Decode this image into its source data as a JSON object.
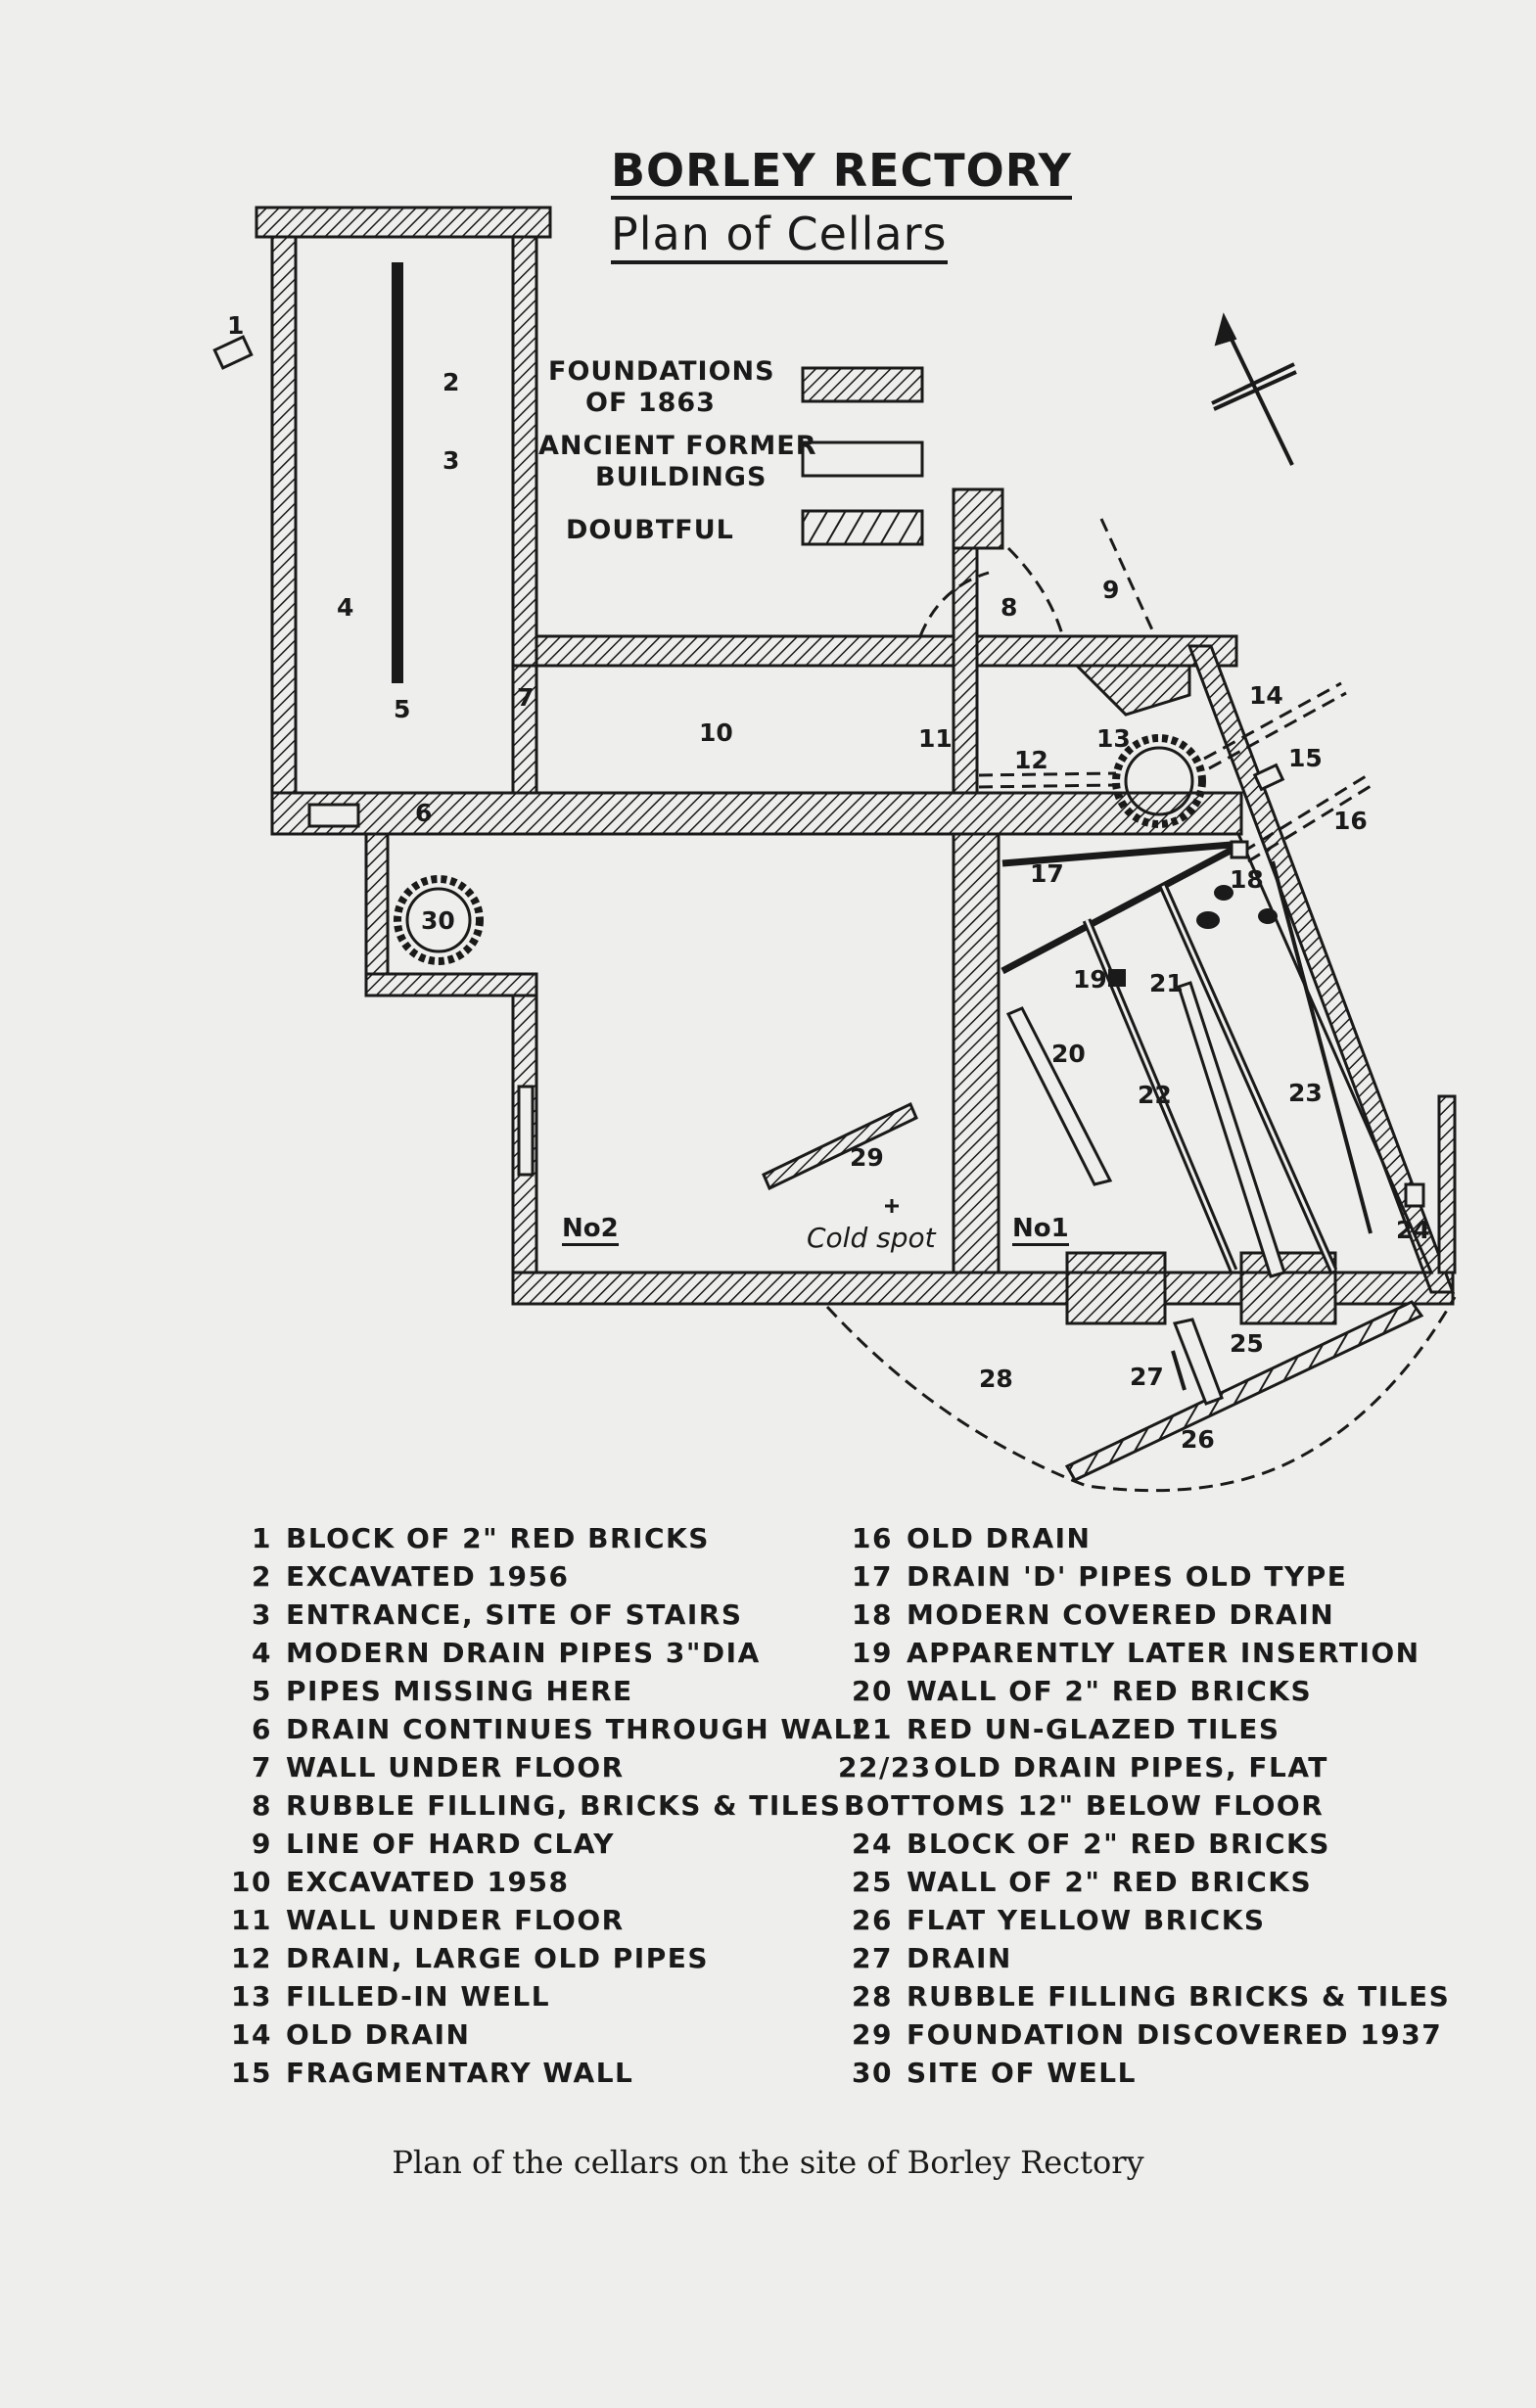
{
  "title": "BORLEY RECTORY",
  "subtitle": "Plan of Cellars",
  "legend": [
    {
      "label": "FOUNDATIONS OF 1863",
      "line1": "FOUNDATIONS",
      "line2": "OF 1863"
    },
    {
      "label": "ANCIENT FORMER BUILDINGS",
      "line1": "ANCIENT FORMER",
      "line2": "BUILDINGS"
    },
    {
      "label": "DOUBTFUL",
      "line1": "DOUBTFUL",
      "line2": ""
    }
  ],
  "plan_labels": {
    "n1": "1",
    "n2": "2",
    "n3": "3",
    "n4": "4",
    "n5": "5",
    "n6": "6",
    "n7": "7",
    "n8": "8",
    "n9": "9",
    "n10": "10",
    "n11": "11",
    "n12": "12",
    "n13": "13",
    "n14": "14",
    "n15": "15",
    "n16": "16",
    "n17": "17",
    "n18": "18",
    "n19": "19",
    "n20": "20",
    "n21": "21",
    "n22": "22",
    "n23": "23",
    "n24": "24",
    "n25": "25",
    "n26": "26",
    "n27": "27",
    "n28": "28",
    "n29": "29",
    "n30": "30",
    "room2": "No2",
    "room1": "No1",
    "cold_spot": "Cold spot"
  },
  "key_left": [
    {
      "num": "1",
      "text": "BLOCK OF 2\" RED BRICKS"
    },
    {
      "num": "2",
      "text": "EXCAVATED 1956"
    },
    {
      "num": "3",
      "text": "ENTRANCE, SITE OF STAIRS"
    },
    {
      "num": "4",
      "text": "MODERN DRAIN PIPES 3\"DIA"
    },
    {
      "num": "5",
      "text": "PIPES MISSING HERE"
    },
    {
      "num": "6",
      "text": "DRAIN CONTINUES THROUGH WALL"
    },
    {
      "num": "7",
      "text": "WALL UNDER FLOOR"
    },
    {
      "num": "8",
      "text": "RUBBLE FILLING, BRICKS & TILES"
    },
    {
      "num": "9",
      "text": "LINE OF HARD CLAY"
    },
    {
      "num": "10",
      "text": "EXCAVATED 1958"
    },
    {
      "num": "11",
      "text": "WALL UNDER FLOOR"
    },
    {
      "num": "12",
      "text": "DRAIN, LARGE OLD PIPES"
    },
    {
      "num": "13",
      "text": "FILLED-IN WELL"
    },
    {
      "num": "14",
      "text": "OLD DRAIN"
    },
    {
      "num": "15",
      "text": "FRAGMENTARY WALL"
    }
  ],
  "key_right": [
    {
      "num": "16",
      "text": "OLD DRAIN"
    },
    {
      "num": "17",
      "text": "DRAIN 'D' PIPES OLD TYPE"
    },
    {
      "num": "18",
      "text": "MODERN COVERED DRAIN"
    },
    {
      "num": "19",
      "text": "APPARENTLY LATER INSERTION"
    },
    {
      "num": "20",
      "text": "WALL OF 2\" RED BRICKS"
    },
    {
      "num": "21",
      "text": "RED UN-GLAZED TILES"
    },
    {
      "num": "22/23",
      "text": "OLD DRAIN PIPES, FLAT"
    },
    {
      "num": "",
      "text": "BOTTOMS 12\" BELOW FLOOR"
    },
    {
      "num": "24",
      "text": "BLOCK OF 2\" RED BRICKS"
    },
    {
      "num": "25",
      "text": "WALL OF 2\" RED BRICKS"
    },
    {
      "num": "26",
      "text": "FLAT YELLOW BRICKS"
    },
    {
      "num": "27",
      "text": "DRAIN"
    },
    {
      "num": "28",
      "text": "RUBBLE FILLING BRICKS & TILES"
    },
    {
      "num": "29",
      "text": "FOUNDATION DISCOVERED 1937"
    },
    {
      "num": "30",
      "text": "SITE OF WELL"
    }
  ],
  "caption": "Plan of the cellars on the site of Borley Rectory",
  "colors": {
    "paper": "#eeeeec",
    "ink": "#1a1a1a"
  }
}
